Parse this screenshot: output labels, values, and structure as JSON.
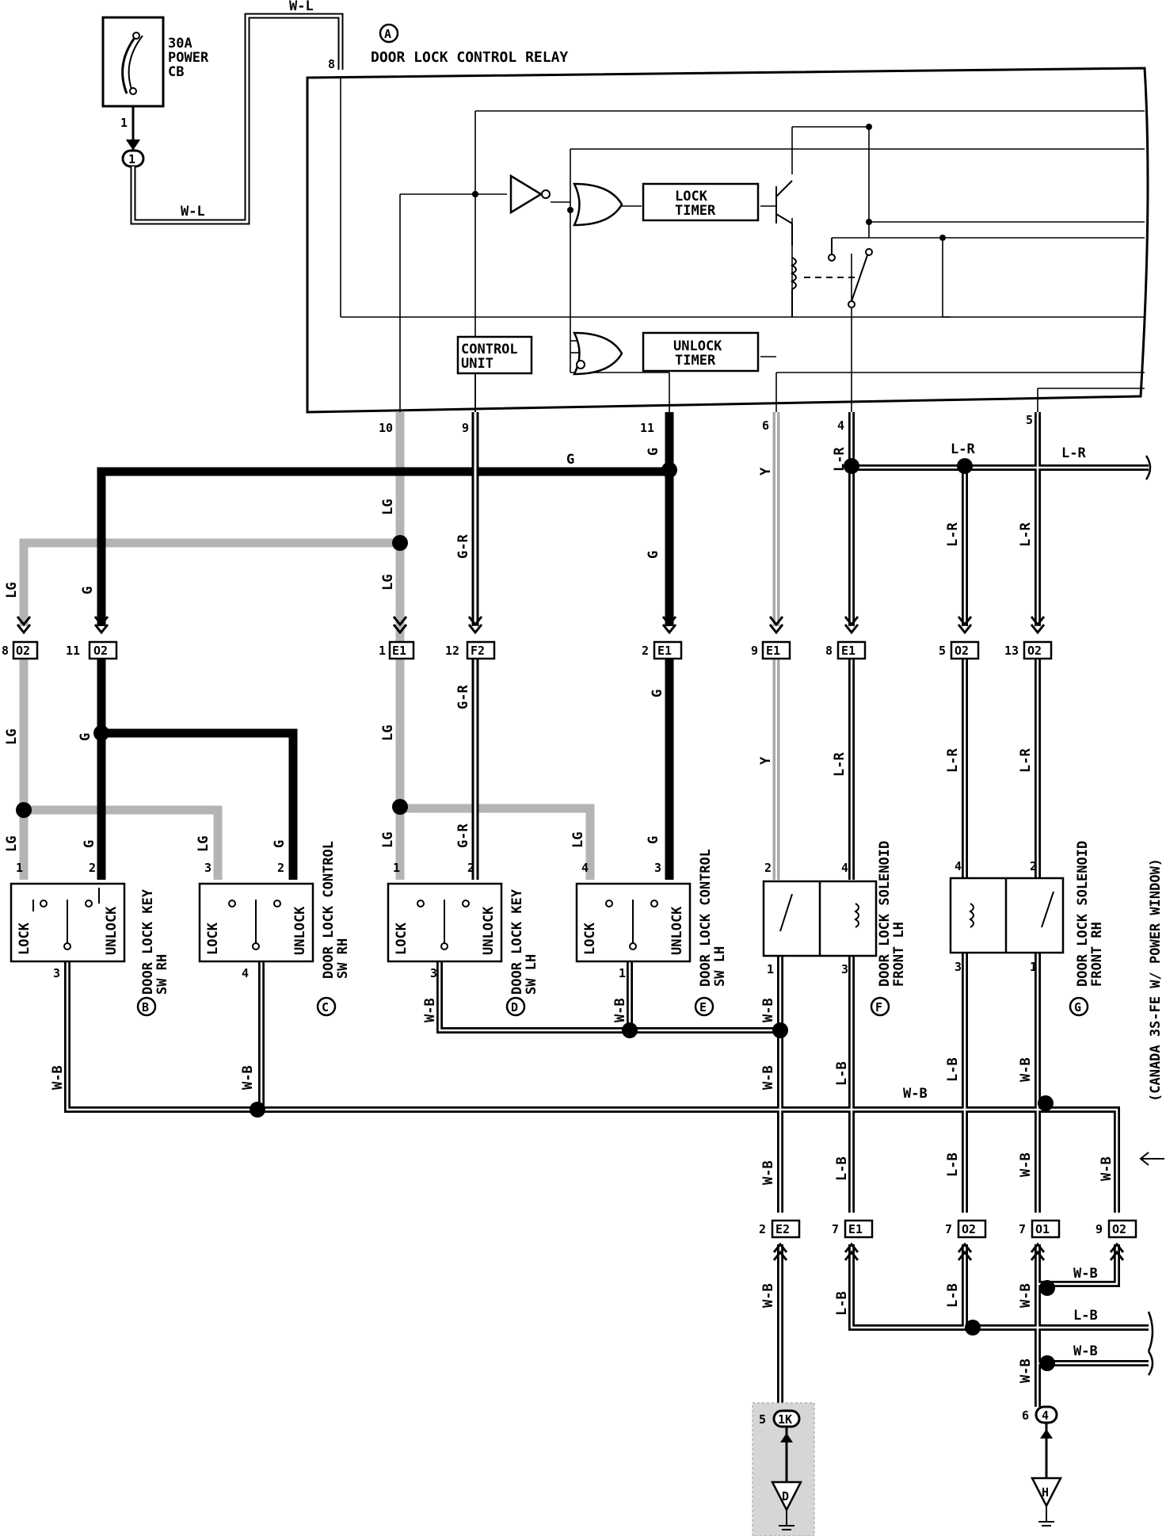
{
  "colors": {
    "ink": "#000000",
    "wire_lg": "#b4b4b4",
    "wire_y": "#a8a8a8",
    "ground_shade": "#d6d6d6",
    "paper": "#ffffff"
  },
  "breaker": {
    "lines": [
      "30A",
      "POWER",
      "CB"
    ],
    "pin": "1",
    "connector": "1"
  },
  "relay": {
    "marker": "A",
    "title": "DOOR LOCK CONTROL RELAY",
    "pin_top": "8",
    "lock_timer": [
      "LOCK",
      "TIMER"
    ],
    "unlock_timer": [
      "UNLOCK",
      "TIMER"
    ],
    "control_unit": [
      "CONTROL",
      "UNIT"
    ],
    "pins": [
      "10",
      "9",
      "11",
      "6",
      "4",
      "5"
    ]
  },
  "wires": {
    "w_l": "W-L",
    "g": "G",
    "lg": "LG",
    "g_r": "G-R",
    "y": "Y",
    "l_r": "L-R",
    "w_b": "W-B",
    "l_b": "L-B"
  },
  "connectors": {
    "o2": "O2",
    "e1": "E1",
    "f2": "F2",
    "e2": "E2",
    "o1": "O1",
    "k1": "1K",
    "j4": "4"
  },
  "pin_numbers": {
    "b_left": "8",
    "b_right": "11",
    "d_left": "1",
    "d_mid": "12",
    "e_mid": "2",
    "f_e1": "9",
    "f_e1b": "8",
    "g_o2": "5",
    "g_o2b": "13",
    "e2_pin": "2",
    "e1_low": "7",
    "o2_low": "7",
    "o1_low": "7",
    "o2_low2": "9",
    "k_pin": "5",
    "j_pin": "6",
    "sw1": "1",
    "sw2": "2",
    "sw3": "3",
    "sw4": "4"
  },
  "switch_text": {
    "lock": "LOCK",
    "unlock": "UNLOCK"
  },
  "components": {
    "B": {
      "marker": "B",
      "name": "DOOR LOCK KEY",
      "side": "SW RH"
    },
    "C": {
      "marker": "C",
      "name": "DOOR LOCK CONTROL",
      "side": "SW RH"
    },
    "D": {
      "marker": "D",
      "name": "DOOR LOCK KEY",
      "side": "SW LH"
    },
    "E": {
      "marker": "E",
      "name": "DOOR LOCK CONTROL",
      "side": "SW LH"
    },
    "F": {
      "marker": "F",
      "name": "DOOR LOCK SOLENOID",
      "side": "FRONT LH"
    },
    "G": {
      "marker": "G",
      "name": "DOOR LOCK SOLENOID",
      "side": "FRONT RH"
    }
  },
  "side_note": "(CANADA 3S-FE W/ POWER WINDOW)",
  "grounds": {
    "d": "D",
    "h": "H"
  }
}
